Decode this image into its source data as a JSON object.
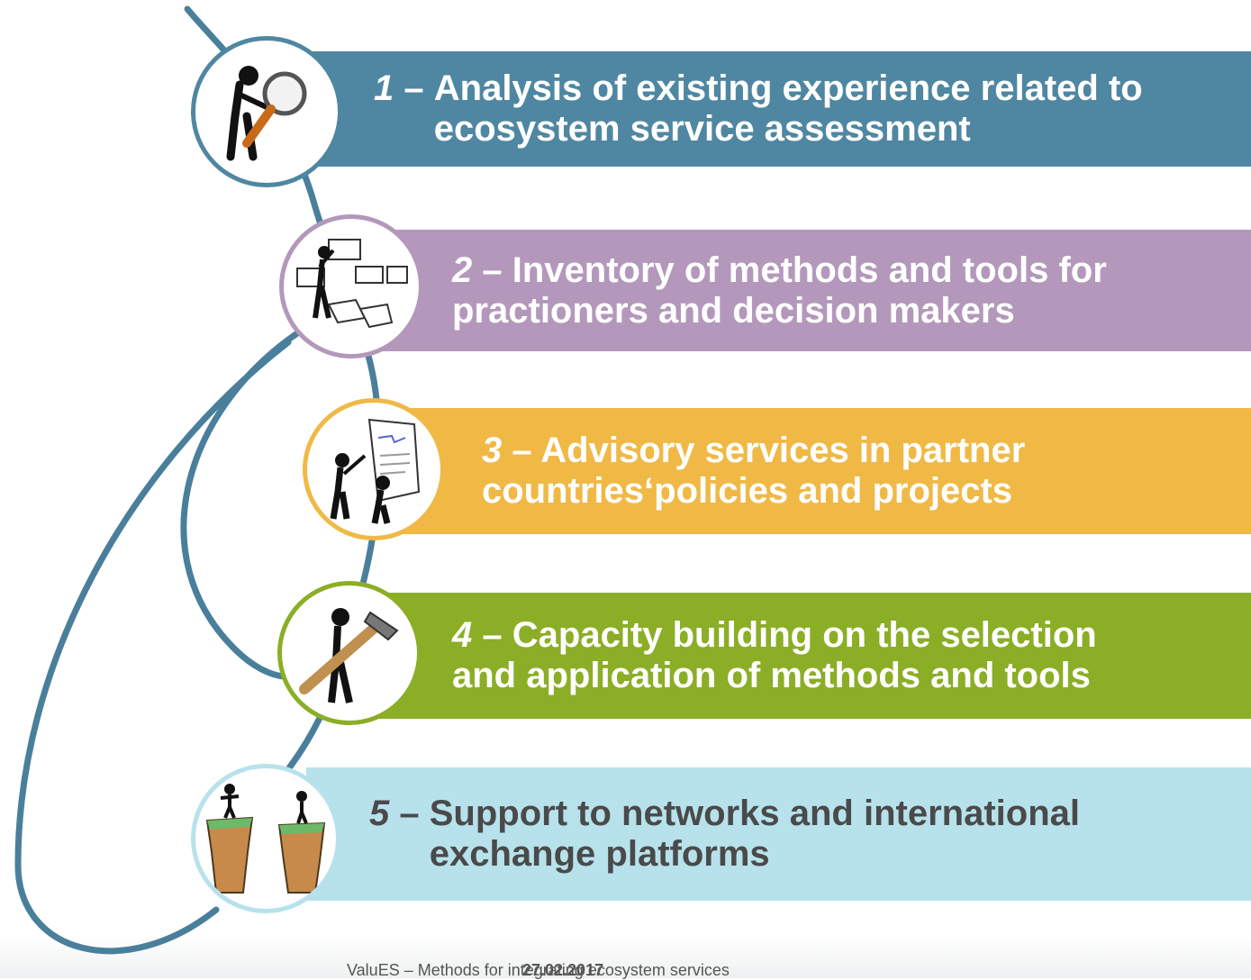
{
  "steps": [
    {
      "number": "1",
      "dash": "–",
      "line1": "Analysis of existing experience related to",
      "line2": "ecosystem service assessment",
      "color": "#4f87a2",
      "icon": "magnifier-figure-icon"
    },
    {
      "number": "2",
      "dash": "–",
      "line1": "Inventory of methods and tools for",
      "line2": "practioners and decision makers",
      "color": "#b398bc",
      "icon": "diagram-figure-icon"
    },
    {
      "number": "3",
      "dash": "–",
      "line1": "Advisory services in partner",
      "line2": "countries‘policies and projects",
      "color": "#f0b946",
      "icon": "advisory-figures-icon"
    },
    {
      "number": "4",
      "dash": "–",
      "line1": "Capacity building on the selection",
      "line2": "and application of methods and tools",
      "color": "#8bae26",
      "icon": "hammer-figure-icon"
    },
    {
      "number": "5",
      "dash": "–",
      "line1": "Support to networks and international",
      "line2": "exchange platforms",
      "color": "#b7e2ec",
      "icon": "cliff-figures-icon"
    }
  ],
  "footer": {
    "left": "ValuES – Methods for integrating ecosystem services",
    "date": "27.02.2017"
  },
  "swirl_color": "#4a7f9c"
}
